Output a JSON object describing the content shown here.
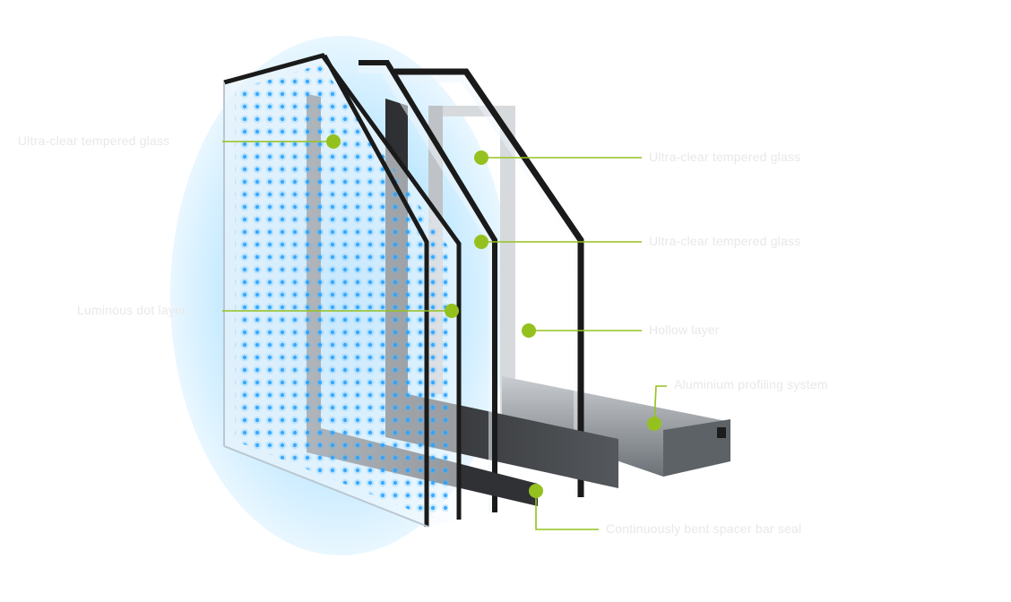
{
  "diagram": {
    "title": "Triple glazing unit cross-section",
    "colors": {
      "accent": "#95c11f",
      "glow": "#1aa3ff",
      "spacer": "#3b3d40",
      "frame": "#9aa0a6",
      "glass_edge": "#1a1a1a",
      "label_text": "#e8e8e8"
    },
    "labels": {
      "left_top": "Ultra-clear tempered glass",
      "left_middle": "Luminous dot layer",
      "right_top": "Ultra-clear tempered glass",
      "right_second": "Ultra-clear tempered glass",
      "right_third": "Hollow layer",
      "right_fourth": "Aluminium profiling system",
      "bottom": "Continuously bent spacer bar seal"
    }
  }
}
